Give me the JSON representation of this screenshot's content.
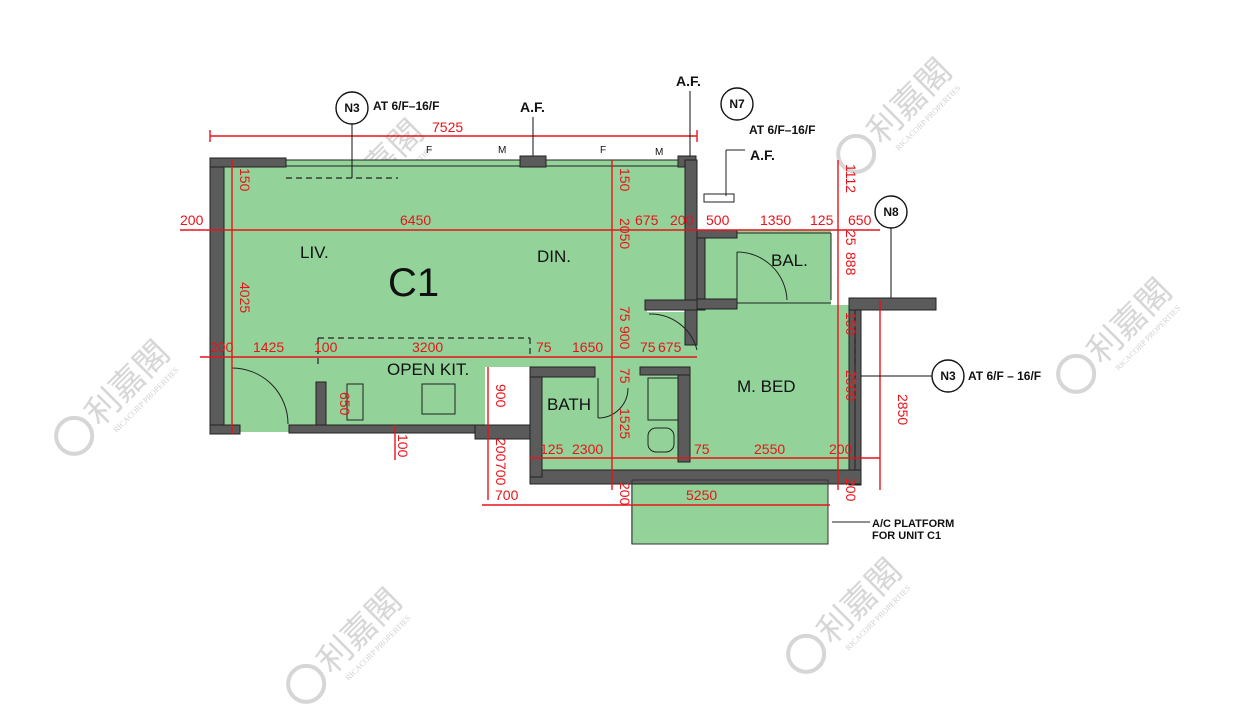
{
  "rooms": {
    "unit": "C1",
    "living": "LIV.",
    "dining": "DIN.",
    "kitchen": "OPEN KIT.",
    "bath": "BATH",
    "bedroom": "M. BED",
    "balcony": "BAL."
  },
  "annotations": {
    "n3_top_tag": "N3",
    "n3_top_note": "AT 6/F–16/F",
    "n7_tag": "N7",
    "n7_note": "AT 6/F–16/F",
    "n8_tag": "N8",
    "n3_right_tag": "N3",
    "n3_right_note": "AT 6/F – 16/F",
    "af_top": "A.F.",
    "af_corner": "A.F.",
    "af_right": "A.F.",
    "ac_platform_line1": "A/C PLATFORM",
    "ac_platform_line2": "FOR UNIT C1"
  },
  "window_marks": [
    "F",
    "M",
    "F",
    "M"
  ],
  "dimensions": {
    "overall_top": "7525",
    "liv_left_wall": "200",
    "liv_width": "6450",
    "din_to_wall": "675",
    "wall_200": "200",
    "bal_500": "500",
    "bal_1350": "1350",
    "bal_125": "125",
    "bal_650": "650",
    "top_v_150_left": "150",
    "top_v_150_mid": "150",
    "liv_height_4025": "4025",
    "din_height_2050": "2050",
    "v_1112": "1112",
    "v_25": "25",
    "v_888": "888",
    "kit_200": "200",
    "kit_1425": "1425",
    "kit_100": "100",
    "kit_3200": "3200",
    "kit_75": "75",
    "kit_1650": "1650",
    "kit_75b": "75",
    "kit_675": "675",
    "v_75a": "75",
    "v_900": "900",
    "v_75b": "75",
    "v_1525": "1525",
    "v_650": "650",
    "v_100": "100",
    "v_900b": "900",
    "v_200": "200",
    "v_700": "700",
    "bath_125": "125",
    "bath_2300": "2300",
    "bed_75": "75",
    "bed_2550": "2550",
    "bed_200": "200",
    "v_150_bed": "150",
    "v_2500": "2500",
    "v_2850": "2850",
    "bottom_700": "700",
    "bottom_5250": "5250",
    "bottom_200a": "200",
    "bottom_200b": "200"
  },
  "watermark": {
    "brand_cn": "利嘉閣",
    "brand_en": "RICACORP PROPERTIES"
  },
  "colors": {
    "room_fill": "#93d39a",
    "wall": "#5b5b5b",
    "dimension": "#e8141a"
  }
}
